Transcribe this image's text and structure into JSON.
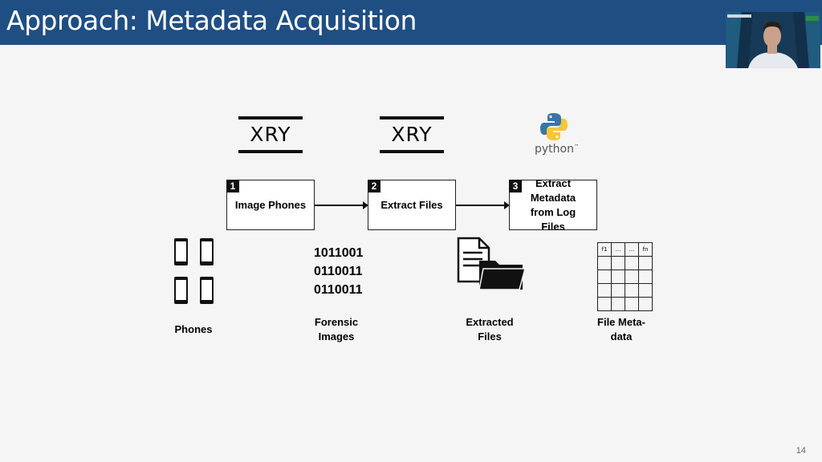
{
  "slide": {
    "title": "Approach: Metadata Acquisition",
    "page_number": "14"
  },
  "logos": {
    "xry_1": "XRY",
    "xry_2": "XRY",
    "python": "python",
    "python_tm": "™"
  },
  "steps": [
    {
      "num": "1",
      "label": "Image Phones"
    },
    {
      "num": "2",
      "label": "Extract Files"
    },
    {
      "num": "3",
      "label": "Extract Metadata from Log Files"
    }
  ],
  "binary_lines": [
    "1011001",
    "0110011",
    "0110011"
  ],
  "outputs": {
    "phones": "Phones",
    "forensic_images": "Forensic Images",
    "extracted_files": "Extracted Files",
    "file_metadata": "File Meta-data"
  },
  "metadata_table": {
    "headers": [
      "f1",
      "...",
      "...",
      "fn"
    ]
  },
  "colors": {
    "title_bar": "#1f4e82",
    "background": "#f5f5f5"
  }
}
